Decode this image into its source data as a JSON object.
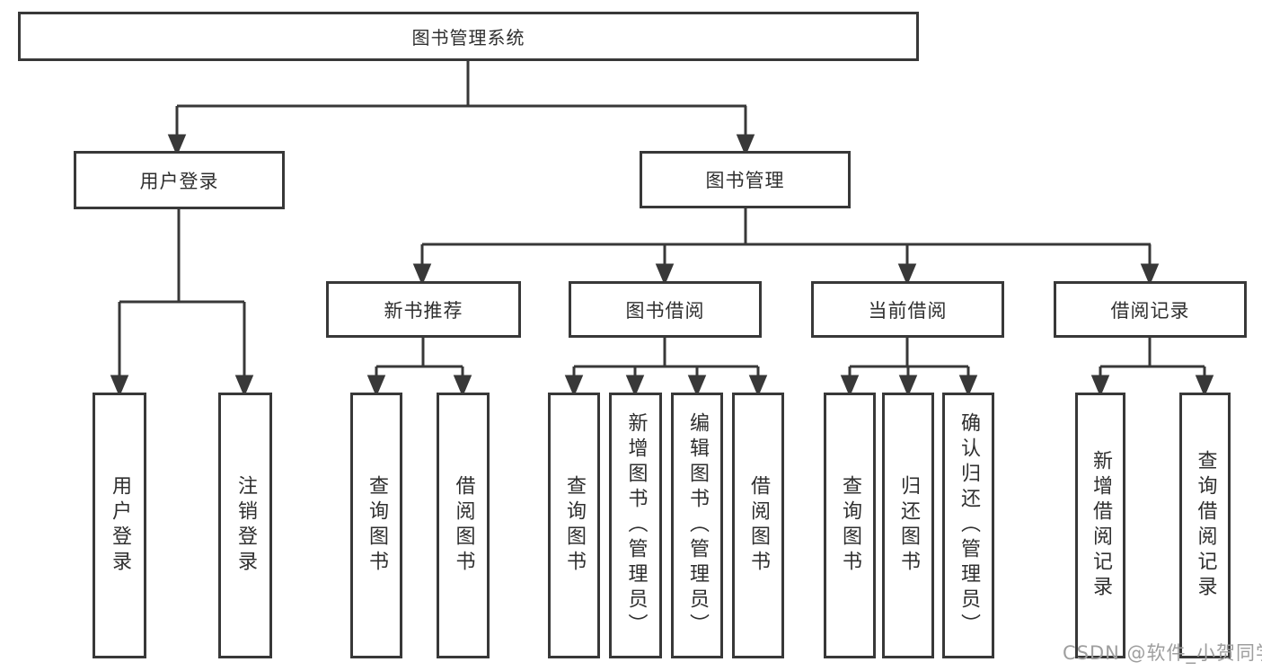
{
  "diagram": {
    "root": {
      "label": "图书管理系统"
    },
    "level2": [
      {
        "label": "用户登录"
      },
      {
        "label": "图书管理"
      }
    ],
    "level3": [
      {
        "label": "新书推荐"
      },
      {
        "label": "图书借阅"
      },
      {
        "label": "当前借阅"
      },
      {
        "label": "借阅记录"
      }
    ],
    "leaves": {
      "login": [
        {
          "label": "用户登录"
        },
        {
          "label": "注销登录"
        }
      ],
      "new_books": [
        {
          "label": "查询图书"
        },
        {
          "label": "借阅图书"
        }
      ],
      "borrowing": [
        {
          "label": "查询图书"
        },
        {
          "label": "新增图书（管理员）"
        },
        {
          "label": "编辑图书（管理员）"
        },
        {
          "label": "借阅图书"
        }
      ],
      "current": [
        {
          "label": "查询图书"
        },
        {
          "label": "归还图书"
        },
        {
          "label": "确认归还（管理员）"
        }
      ],
      "records": [
        {
          "label": "新增借阅记录"
        },
        {
          "label": "查询借阅记录"
        }
      ]
    }
  },
  "watermark": {
    "text": "CSDN @软件_小贺同学"
  },
  "colors": {
    "line": "#383838",
    "text": "#2f2f2f",
    "background": "#ffffff",
    "watermark": "#9e9e9e"
  }
}
